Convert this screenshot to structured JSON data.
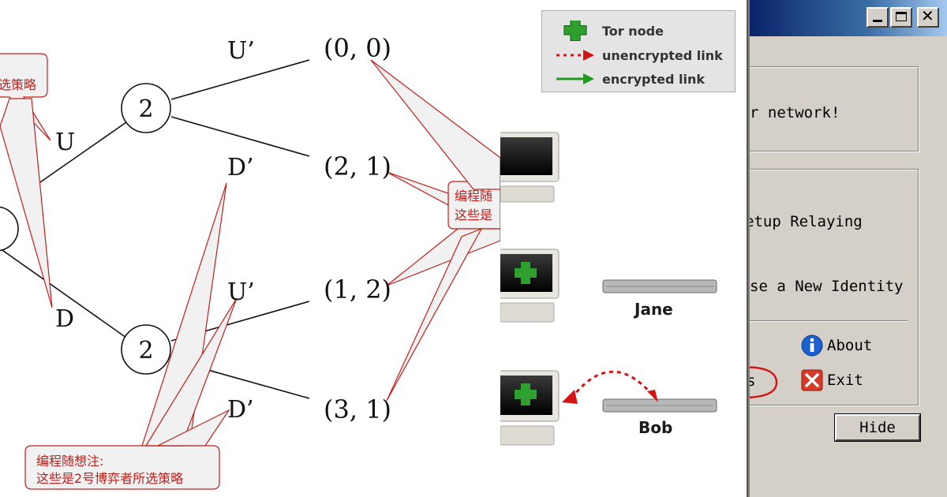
{
  "game_tree": {
    "nodes": {
      "player2_top": "2",
      "player2_bottom": "2"
    },
    "actions": {
      "root_up": "U",
      "root_down": "D",
      "top_up": "U’",
      "top_down": "D’",
      "bottom_up": "U’",
      "bottom_down": "D’"
    },
    "payoffs": [
      "(0, 0)",
      "(2, 1)",
      "(1, 2)",
      "(3, 1)"
    ],
    "callouts": {
      "top_left": "选策略",
      "right_line1": "编程随",
      "right_line2": "这些是",
      "bottom_line1": "编程随想注:",
      "bottom_line2": "这些是2号博弈者所选策略"
    }
  },
  "tor_diagram": {
    "legend": {
      "tor_node": "Tor node",
      "unencrypted_link": "unencrypted link",
      "encrypted_link": "encrypted link"
    },
    "hosts": [
      "Jane",
      "Bob"
    ],
    "colors": {
      "red": "#d21414",
      "green": "#1e9a1e",
      "callout_red": "#c0201c"
    }
  },
  "vidalia": {
    "status_text": "r network!",
    "menu": {
      "setup_relaying": "etup Relaying",
      "new_identity": "se a New Identity",
      "about": "About",
      "exit": "Exit",
      "settings_fragment": "s"
    },
    "hide_label": "Hide"
  }
}
